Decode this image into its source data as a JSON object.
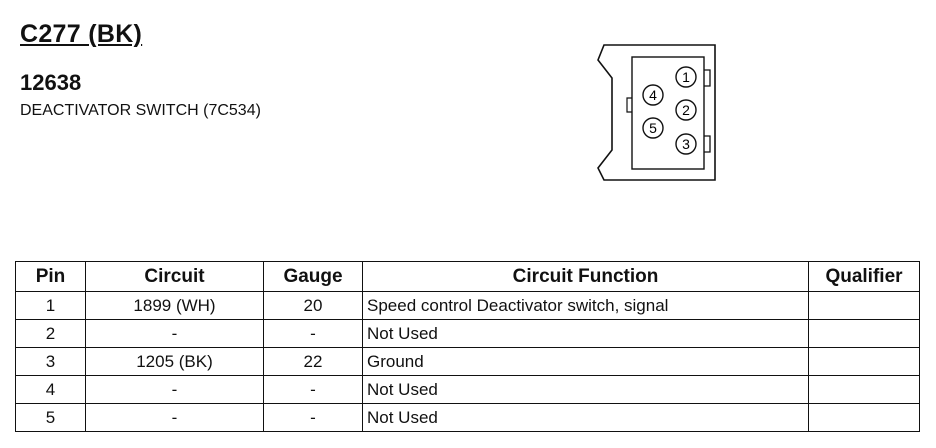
{
  "header": {
    "connector_id": "C277 (BK)",
    "part_number": "12638",
    "description": "DEACTIVATOR SWITCH (7C534)"
  },
  "diagram": {
    "pin_labels": [
      "1",
      "2",
      "3",
      "4",
      "5"
    ]
  },
  "table": {
    "columns": [
      "Pin",
      "Circuit",
      "Gauge",
      "Circuit Function",
      "Qualifier"
    ],
    "rows": [
      {
        "pin": "1",
        "circuit": "1899 (WH)",
        "gauge": "20",
        "function": "Speed control Deactivator switch, signal",
        "qualifier": ""
      },
      {
        "pin": "2",
        "circuit": "-",
        "gauge": "-",
        "function": "Not Used",
        "qualifier": ""
      },
      {
        "pin": "3",
        "circuit": "1205 (BK)",
        "gauge": "22",
        "function": "Ground",
        "qualifier": ""
      },
      {
        "pin": "4",
        "circuit": "-",
        "gauge": "-",
        "function": "Not Used",
        "qualifier": ""
      },
      {
        "pin": "5",
        "circuit": "-",
        "gauge": "-",
        "function": "Not Used",
        "qualifier": ""
      }
    ]
  }
}
